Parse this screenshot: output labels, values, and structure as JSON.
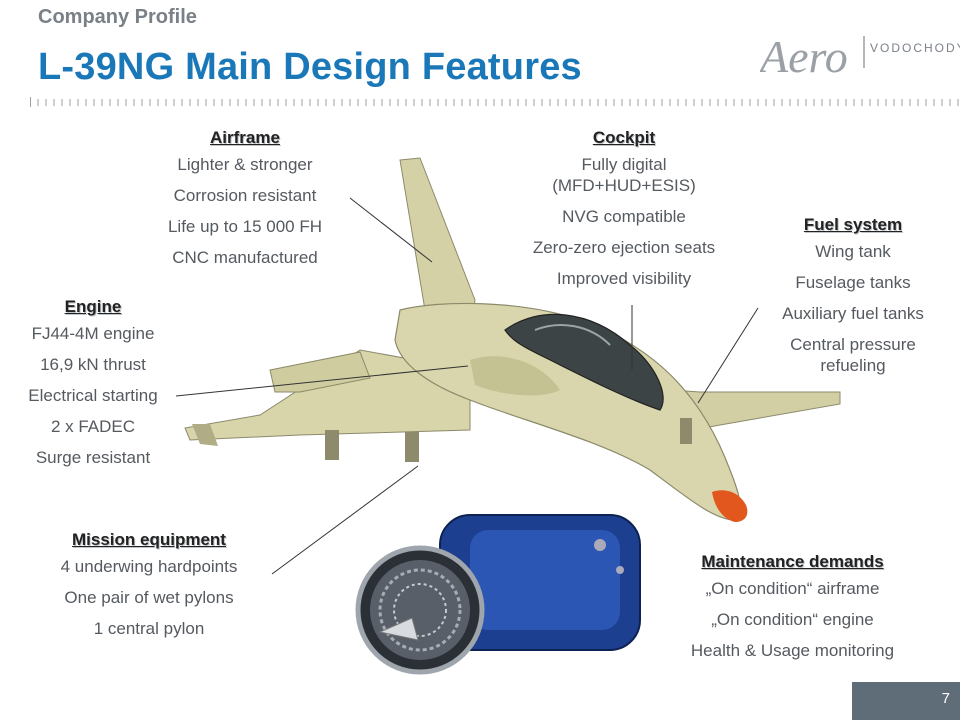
{
  "header": {
    "kicker": "Company Profile",
    "title": "L-39NG Main Design Features"
  },
  "logo": {
    "mark": "Aero",
    "text": "VODOCHODY"
  },
  "features": {
    "airframe": {
      "heading": "Airframe",
      "items": [
        "Lighter & stronger",
        "Corrosion resistant",
        "Life up to 15 000 FH",
        "CNC manufactured"
      ]
    },
    "cockpit": {
      "heading": "Cockpit",
      "items": [
        "Fully digital (MFD+HUD+ESIS)",
        "NVG compatible",
        "Zero-zero ejection seats",
        "Improved visibility"
      ]
    },
    "fuel": {
      "heading": "Fuel system",
      "items": [
        "Wing tank",
        "Fuselage tanks",
        "Auxiliary fuel tanks",
        "Central pressure refueling"
      ]
    },
    "engine": {
      "heading": "Engine",
      "items": [
        "FJ44-4M engine",
        "16,9 kN thrust",
        "Electrical starting",
        "2 x FADEC",
        "Surge resistant"
      ]
    },
    "mission": {
      "heading": "Mission equipment",
      "items": [
        "4 underwing hardpoints",
        "One pair of wet pylons",
        "1 central pylon"
      ]
    },
    "maintenance": {
      "heading": "Maintenance demands",
      "items": [
        "„On condition“ airframe",
        "„On condition“ engine",
        "Health & Usage monitoring"
      ]
    }
  },
  "footer": {
    "page_number": "7"
  },
  "colors": {
    "title": "#1a78b8",
    "kicker": "#7a8087",
    "text": "#555a60",
    "page_box": "#5f6d79"
  }
}
